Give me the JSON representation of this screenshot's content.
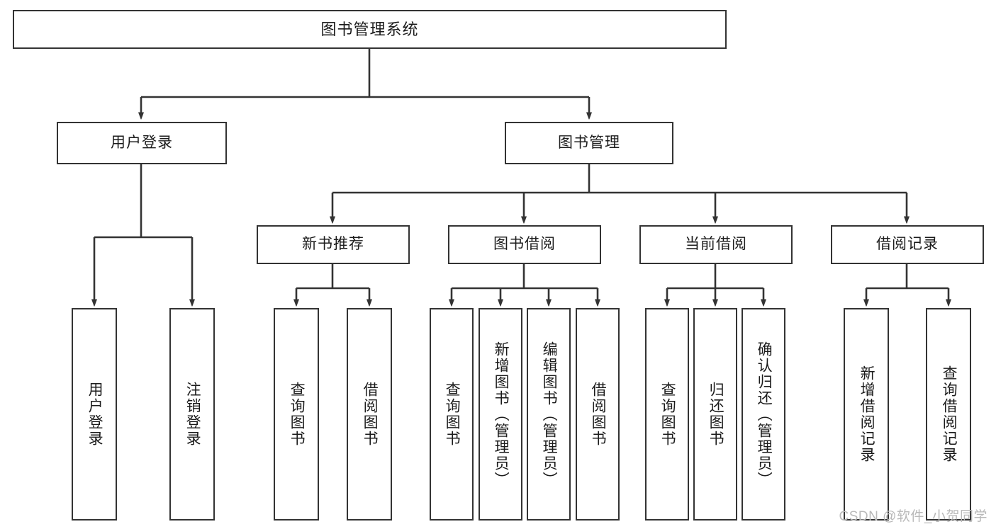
{
  "diagram": {
    "type": "tree-hierarchy-flowchart",
    "title": "图书管理系统",
    "colors": {
      "box_border": "#333333",
      "box_fill": "#ffffff",
      "connector": "#333333",
      "text": "#1b1b1b",
      "watermark": "#b9b9b9",
      "background": "#ffffff"
    },
    "watermark": "CSDN @软件_小贺同学",
    "root": {
      "label": "图书管理系统"
    },
    "level2": [
      {
        "id": "user-login",
        "label": "用户登录"
      },
      {
        "id": "book-management",
        "label": "图书管理"
      }
    ],
    "level3": [
      {
        "id": "new-book-recommend",
        "label": "新书推荐"
      },
      {
        "id": "book-borrow",
        "label": "图书借阅"
      },
      {
        "id": "current-borrow",
        "label": "当前借阅"
      },
      {
        "id": "borrow-record",
        "label": "借阅记录"
      }
    ],
    "leaves": {
      "user_login": [
        {
          "id": "leaf-user-login",
          "label": "用户登录"
        },
        {
          "id": "leaf-logout-login",
          "label": "注销登录"
        }
      ],
      "new_book_recommend": [
        {
          "id": "leaf-query-book-1",
          "label": "查询图书"
        },
        {
          "id": "leaf-borrow-book-1",
          "label": "借阅图书"
        }
      ],
      "book_borrow": [
        {
          "id": "leaf-query-book-2",
          "label": "查询图书"
        },
        {
          "id": "leaf-add-book",
          "label": "新增图书（管理员）"
        },
        {
          "id": "leaf-edit-book",
          "label": "编辑图书（管理员）"
        },
        {
          "id": "leaf-borrow-book-2",
          "label": "借阅图书"
        }
      ],
      "current_borrow": [
        {
          "id": "leaf-query-book-3",
          "label": "查询图书"
        },
        {
          "id": "leaf-return-book",
          "label": "归还图书"
        },
        {
          "id": "leaf-confirm-return",
          "label": "确认归还（管理员）"
        }
      ],
      "borrow_record": [
        {
          "id": "leaf-add-record",
          "label": "新增借阅记录"
        },
        {
          "id": "leaf-query-record",
          "label": "查询借阅记录"
        }
      ]
    }
  }
}
